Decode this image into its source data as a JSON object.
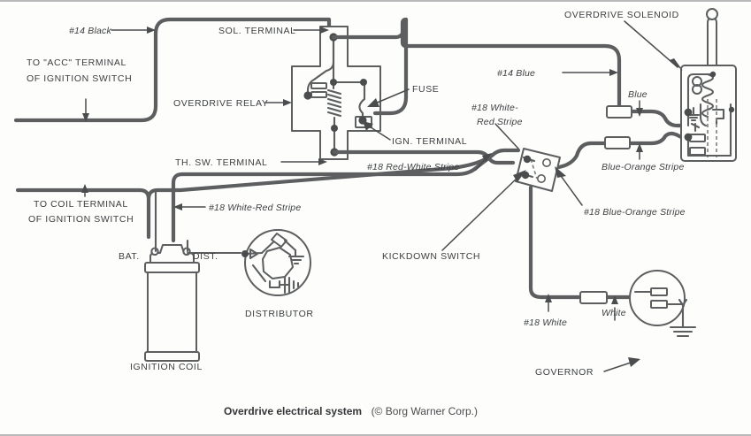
{
  "figure": {
    "caption_title": "Overdrive electrical system",
    "caption_credit": "(© Borg Warner Corp.)",
    "ink_color": "#5c5e60",
    "background_color": "#fdfdfc"
  },
  "labels": {
    "wire_14_black": "#14 Black",
    "to_acc_terminal_line1": "TO \"ACC\" TERMINAL",
    "to_acc_terminal_line2": "OF IGNITION SWITCH",
    "sol_terminal": "SOL. TERMINAL",
    "overdrive_relay": "OVERDRIVE RELAY",
    "fuse": "FUSE",
    "ign_terminal": "IGN. TERMINAL",
    "th_sw_terminal": "TH. SW. TERMINAL",
    "overdrive_solenoid": "OVERDRIVE SOLENOID",
    "wire_14_blue": "#14 Blue",
    "blue": "Blue",
    "blue_orange_stripe": "Blue-Orange Stripe",
    "wire_18_white_red_line1": "#18 White-",
    "wire_18_white_red_line2": "Red Stripe",
    "wire_18_red_white_stripe": "#18 Red-White Stripe",
    "wire_18_blue_orange_stripe": "#18 Blue-Orange Stripe",
    "kickdown_switch": "KICKDOWN SWITCH",
    "to_coil_terminal_line1": "TO COIL TERMINAL",
    "to_coil_terminal_line2": "OF IGNITION SWITCH",
    "wire_18_white_red_stripe": "#18 White-Red Stripe",
    "bat": "BAT.",
    "dist": "DIST.",
    "distributor": "DISTRIBUTOR",
    "ignition_coil": "IGNITION COIL",
    "wire_18_white": "#18 White",
    "white": "White",
    "governor": "GOVERNOR"
  },
  "components": [
    {
      "id": "overdrive-relay",
      "name": "Overdrive Relay"
    },
    {
      "id": "overdrive-solenoid",
      "name": "Overdrive Solenoid"
    },
    {
      "id": "kickdown-switch",
      "name": "Kickdown Switch"
    },
    {
      "id": "ignition-coil",
      "name": "Ignition Coil"
    },
    {
      "id": "distributor",
      "name": "Distributor"
    },
    {
      "id": "governor",
      "name": "Governor"
    },
    {
      "id": "fuse",
      "name": "Fuse"
    }
  ],
  "wires": [
    {
      "gauge": "#14",
      "color": "Black",
      "from": "ACC terminal of ignition switch",
      "to": "Sol. terminal of overdrive relay"
    },
    {
      "gauge": "#14",
      "color": "Blue",
      "from": "Overdrive relay",
      "to": "Overdrive solenoid"
    },
    {
      "gauge": "#18",
      "color": "White-Red Stripe",
      "from": "Coil terminal of ignition switch",
      "to": "Kickdown switch"
    },
    {
      "gauge": "#18",
      "color": "Red-White Stripe",
      "from": "Th. Sw. terminal of overdrive relay",
      "to": "Kickdown switch"
    },
    {
      "gauge": "#18",
      "color": "Blue-Orange Stripe",
      "from": "Kickdown switch",
      "to": "Overdrive solenoid"
    },
    {
      "gauge": "#18",
      "color": "White",
      "from": "Kickdown switch",
      "to": "Governor"
    }
  ]
}
